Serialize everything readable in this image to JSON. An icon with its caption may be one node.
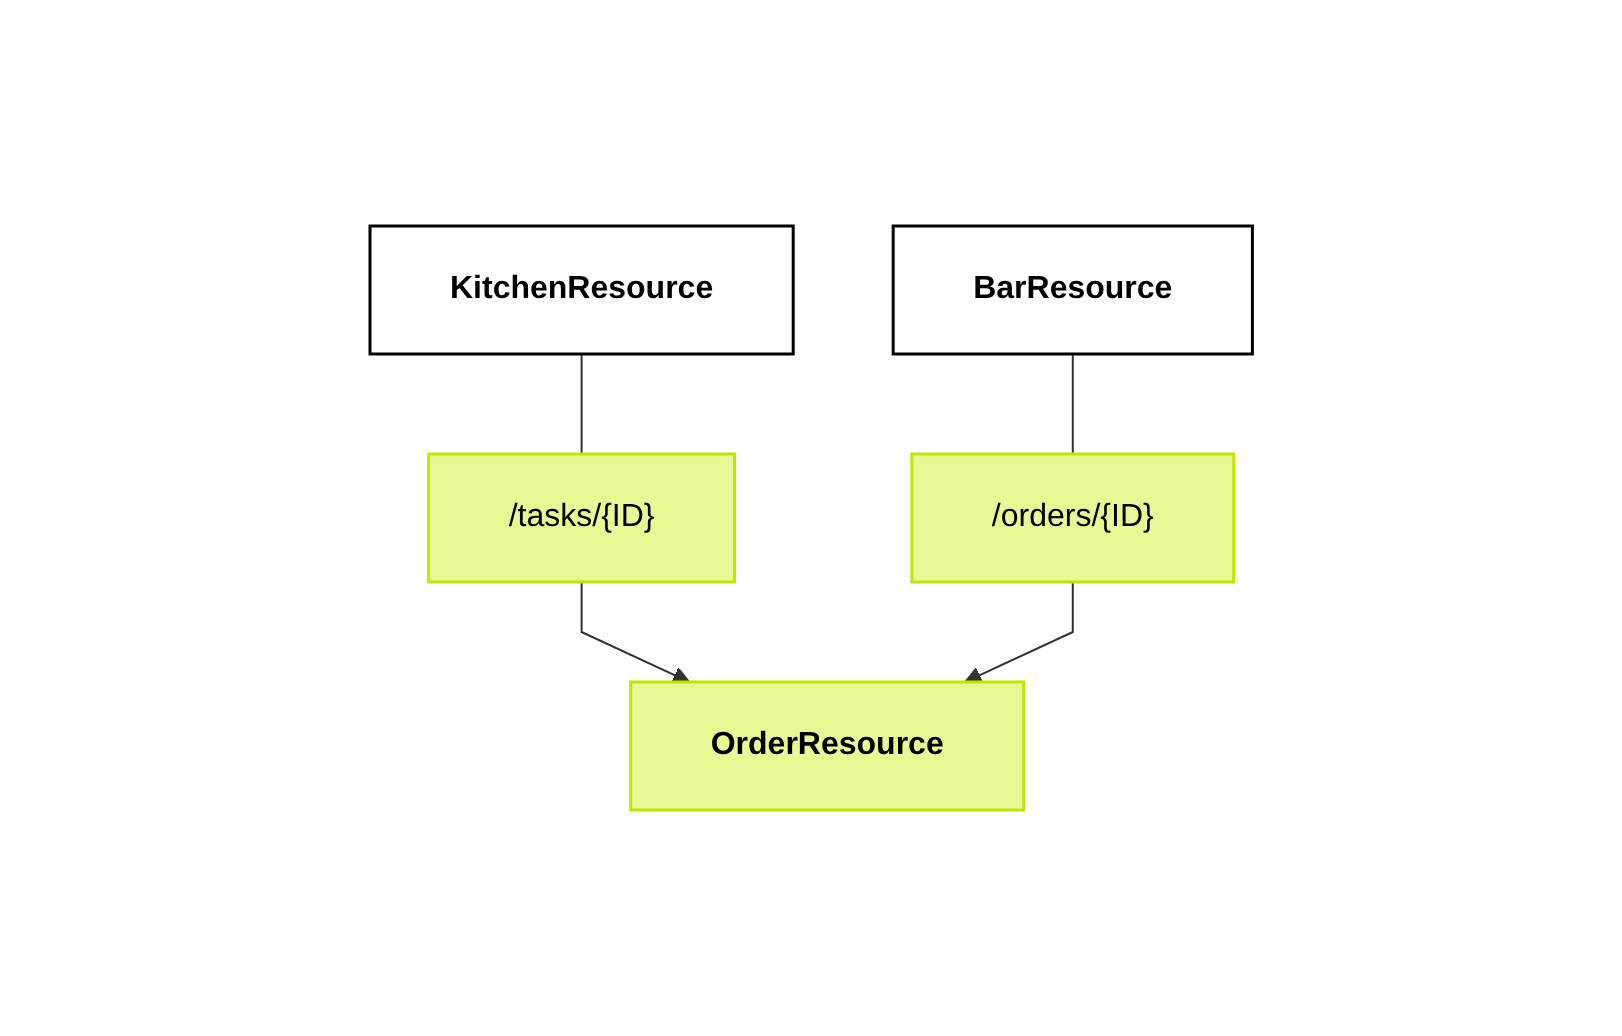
{
  "diagram": {
    "nodes": [
      {
        "text": [
          "KitchenResource"
        ]
      },
      {
        "text": [
          "BarResource"
        ]
      },
      {
        "text": [
          "/tasks/{ID}"
        ]
      },
      {
        "text": [
          "/orders/{ID}"
        ]
      },
      {
        "text": [
          "OrderResource"
        ]
      }
    ],
    "edges": [
      {
        "from": 0,
        "to": 2,
        "arrow": "none"
      },
      {
        "from": 2,
        "to": 4,
        "arrow": "to"
      },
      {
        "from": 1,
        "to": 3,
        "arrow": "none"
      },
      {
        "from": 3,
        "to": 4,
        "arrow": "to"
      }
    ]
  }
}
